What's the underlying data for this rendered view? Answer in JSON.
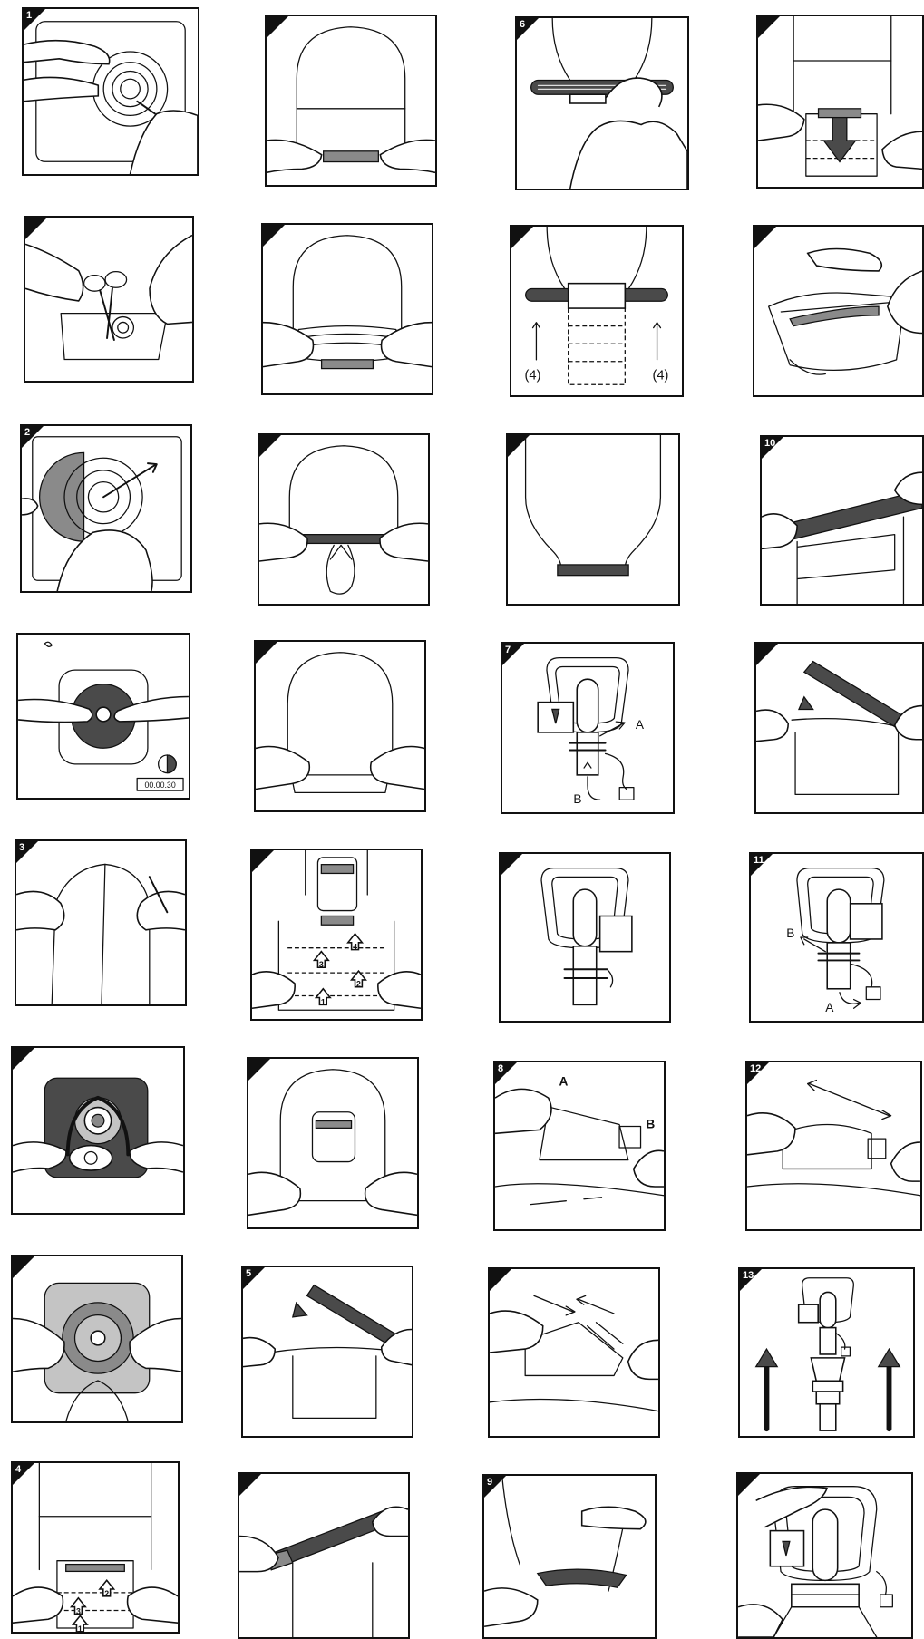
{
  "steps": {
    "s1": "1",
    "s2": "2",
    "s3": "3",
    "s4": "4",
    "s5": "5",
    "s6": "6",
    "s7": "7",
    "s8": "8",
    "s9": "9",
    "s10": "10",
    "s11": "11",
    "s12": "12",
    "s13": "13"
  },
  "labels": {
    "timer": "00.00.30",
    "paren_four": "(4)",
    "a": "A",
    "b": "B",
    "arrow_1": "1",
    "arrow_2": "2",
    "arrow_3": "3",
    "arrow_4": "4"
  }
}
